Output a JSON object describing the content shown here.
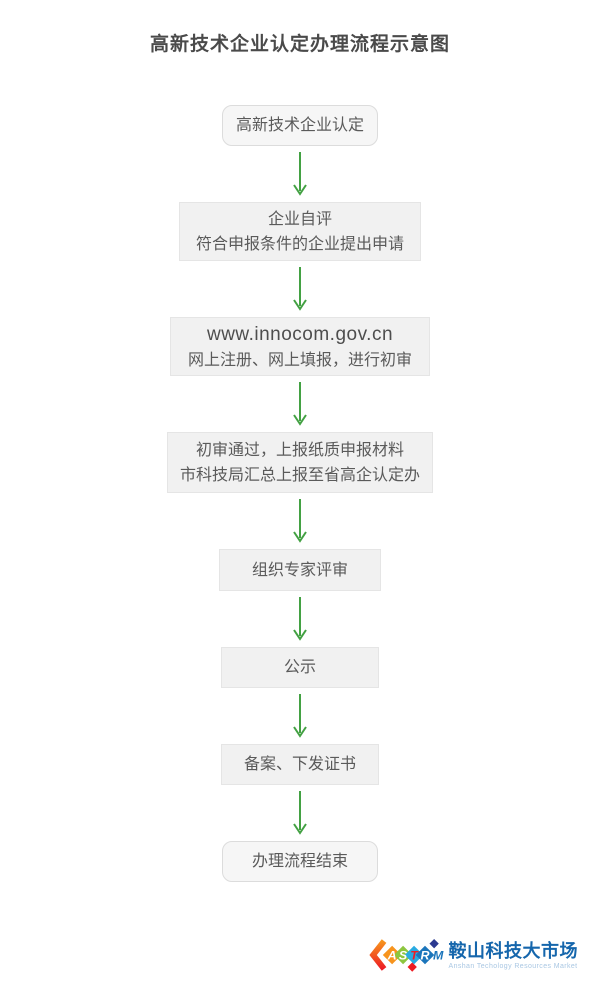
{
  "page": {
    "title": "高新技术企业认定办理流程示意图",
    "background_color": "#ffffff",
    "accent_green": "#43a143"
  },
  "flow": {
    "arrow_icon": "down-arrow-icon",
    "arrow_color": "#43a143",
    "box_fill": "#f1f1f1",
    "terminator_fill": "#f6f6f6",
    "steps": [
      {
        "id": "start",
        "shape": "terminator",
        "lines": [
          "高新技术企业认定"
        ]
      },
      {
        "id": "self-evaluation",
        "shape": "process",
        "lines": [
          "企业自评",
          "符合申报条件的企业提出申请"
        ]
      },
      {
        "id": "online-registration",
        "shape": "process",
        "lines": [
          "www.innocom.gov.cn",
          "网上注册、网上填报，进行初审"
        ]
      },
      {
        "id": "paper-submission",
        "shape": "process",
        "lines": [
          "初审通过，上报纸质申报材料",
          "市科技局汇总上报至省高企认定办"
        ]
      },
      {
        "id": "expert-review",
        "shape": "process",
        "lines": [
          "组织专家评审"
        ]
      },
      {
        "id": "publicity",
        "shape": "process",
        "lines": [
          "公示"
        ]
      },
      {
        "id": "certificate",
        "shape": "process",
        "lines": [
          "备案、下发证书"
        ]
      },
      {
        "id": "end",
        "shape": "terminator",
        "lines": [
          "办理流程结束"
        ]
      }
    ]
  },
  "logo": {
    "letters": [
      "A",
      "S",
      "T",
      "R",
      "M"
    ],
    "name_zh": "鞍山科技大市场",
    "name_en": "Anshan Techology Resources Market",
    "colors": {
      "orange": "#f7941d",
      "green": "#8dc63f",
      "red": "#ed1c24",
      "light_blue": "#29abe2",
      "dark_blue": "#1b75bb",
      "navy": "#2b3990",
      "text_blue": "#1566ac",
      "text_en_blue": "#a9c7e3"
    }
  }
}
